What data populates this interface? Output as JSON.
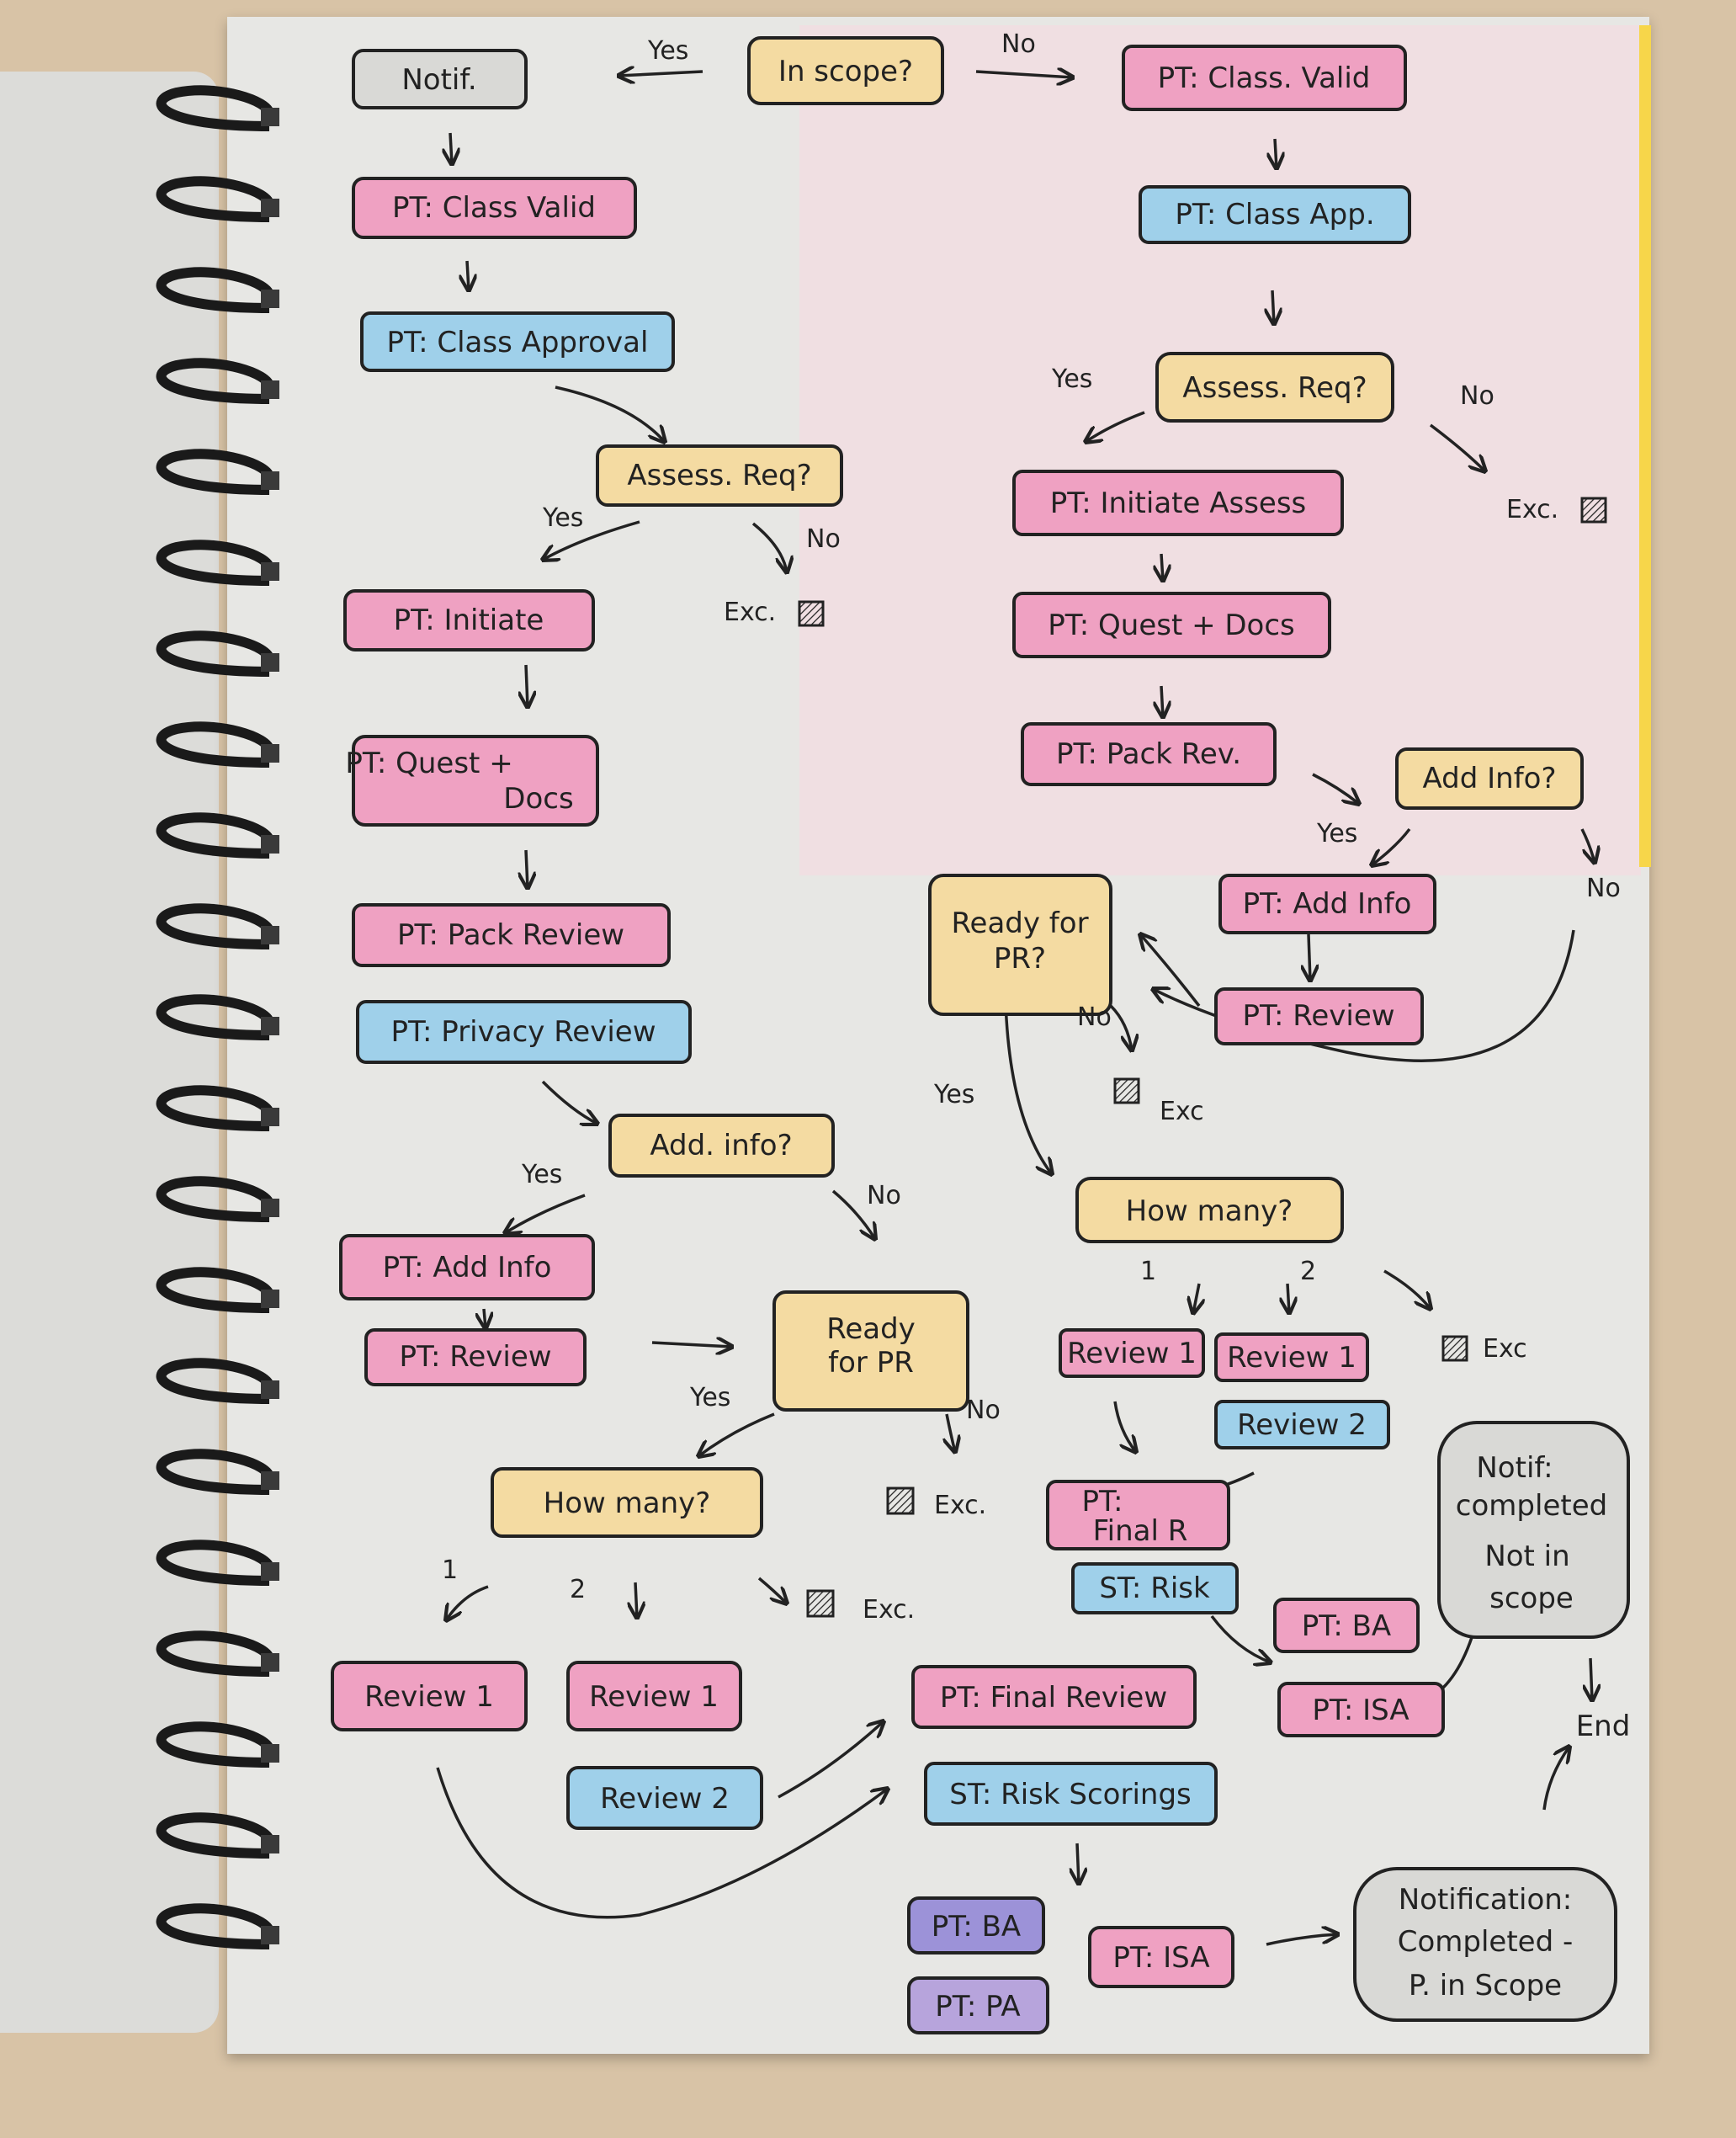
{
  "colors": {
    "pink": "#efa1c2",
    "blue": "#9fd0ea",
    "yellow": "#f4dba2",
    "purple": "#9c92d8",
    "grey": "#d9d9d6",
    "ink": "#222222"
  },
  "nodes": {
    "notif": "Notif.",
    "in_scope": "In scope?",
    "r_class_valid": "PT: Class. Valid",
    "l_class_valid": "PT: Class Valid",
    "r_class_app": "PT: Class App.",
    "l_class_approval": "PT: Class Approval",
    "r_assess_req": "Assess. Req?",
    "l_assess_req": "Assess. Req?",
    "r_initiate_assess": "PT: Initiate Assess",
    "l_initiate": "PT: Initiate",
    "r_quest_docs": "PT: Quest + Docs",
    "l_quest_docs_1": "PT: Quest +",
    "l_quest_docs_2": "Docs",
    "r_pack_rev": "PT: Pack Rev.",
    "r_add_info_q": "Add Info?",
    "r_add_info": "PT: Add Info",
    "r_review": "PT: Review",
    "r_ready_pr_1": "Ready for",
    "r_ready_pr_2": "PR?",
    "l_pack_review": "PT: Pack Review",
    "l_privacy_review": "PT: Privacy Review",
    "l_add_info_q": "Add. info?",
    "l_add_info": "PT: Add Info",
    "l_review": "PT: Review",
    "l_ready_pr_1": "Ready",
    "l_ready_pr_2": "for PR",
    "r_how_many": "How many?",
    "r_review1a": "Review 1",
    "r_review1b": "Review 1",
    "r_review2": "Review 2",
    "r_final_r_1": "PT:",
    "r_final_r_2": "Final R",
    "r_st_risk": "ST: Risk",
    "r_pt_ba": "PT: BA",
    "r_pt_isa": "PT: ISA",
    "notif_completed_1": "Notif:",
    "notif_completed_2": "completed",
    "notif_completed_3": "Not in",
    "notif_completed_4": "scope",
    "end": "End",
    "l_how_many": "How many?",
    "l_review1a": "Review 1",
    "l_review1b": "Review 1",
    "l_review2": "Review 2",
    "l_final_review": "PT: Final Review",
    "l_st_risk": "ST: Risk Scorings",
    "l_pt_ba": "PT: BA",
    "l_pt_pa": "PT: PA",
    "l_pt_isa": "PT: ISA",
    "notification_1": "Notification:",
    "notification_2": "Completed -",
    "notification_3": "P. in Scope"
  },
  "labels": {
    "yes": "Yes",
    "no": "No",
    "exc": "Exc.",
    "exc2": "Exc",
    "one": "1",
    "two": "2"
  }
}
